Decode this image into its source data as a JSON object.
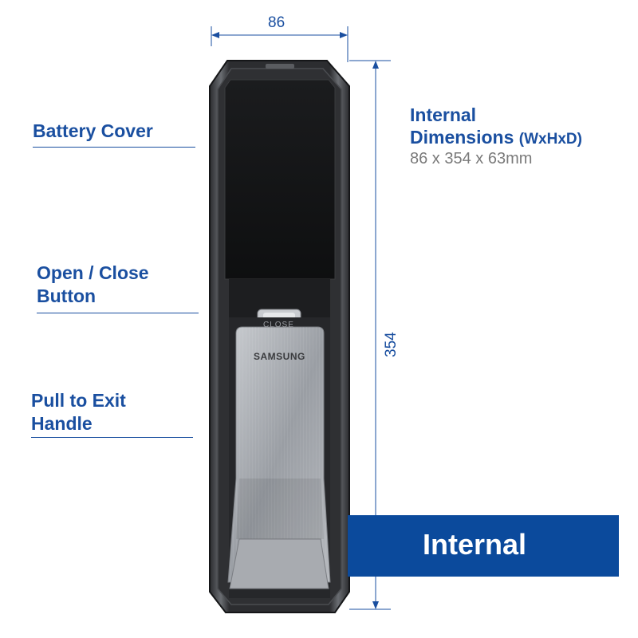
{
  "labels": {
    "battery_cover": "Battery Cover",
    "open_close_line1": "Open / Close",
    "open_close_line2": "Button",
    "pull_exit_line1": "Pull to Exit",
    "pull_exit_line2": "Handle"
  },
  "dimensions": {
    "title_line1": "Internal",
    "title_line2": "Dimensions",
    "title_suffix": "(WxHxD)",
    "value": "86 x 354 x 63mm",
    "width": "86",
    "height": "354"
  },
  "device": {
    "brand": "SAMSUNG",
    "button_text": "CLOSE"
  },
  "banner": {
    "text": "Internal"
  },
  "colors": {
    "accent": "#1a4fa0",
    "banner": "#0b4a9c",
    "value_gray": "#7a7a7a"
  }
}
